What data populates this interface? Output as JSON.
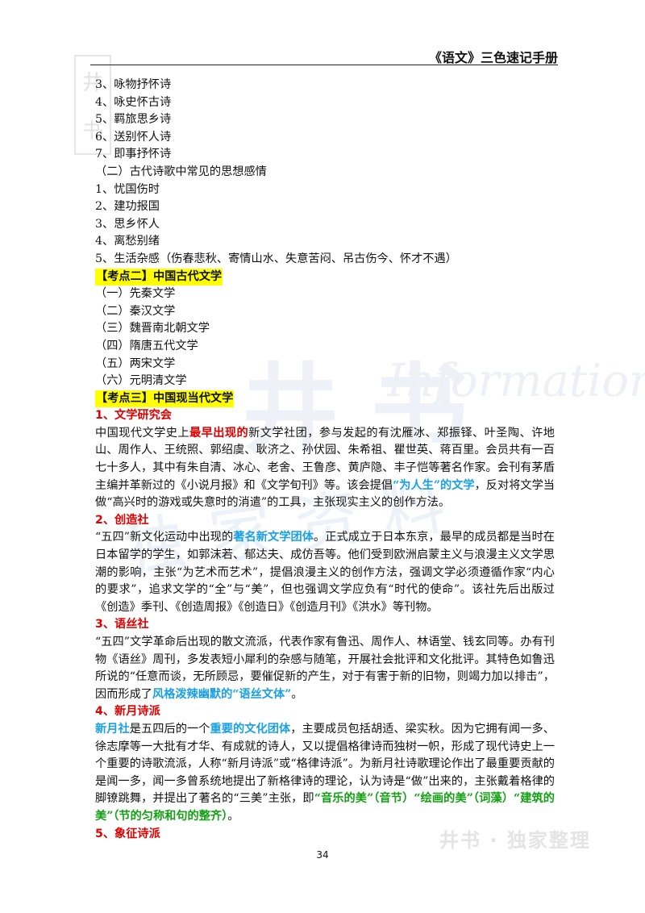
{
  "header": {
    "title": "《语文》三色速记手册"
  },
  "watermarks": {
    "seal": [
      "井",
      "书"
    ],
    "big": "井书",
    "script": "Information",
    "mid": "独家资料",
    "bottom": "井书 · 独家整理"
  },
  "lines_top": [
    "3、咏物抒怀诗",
    "4、咏史怀古诗",
    "5、羁旅思乡诗",
    "6、送别怀人诗",
    "7、即事抒怀诗",
    "（二）古代诗歌中常见的思想感情",
    "1、忧国伤时",
    "2、建功报国",
    "3、思乡怀人",
    "4、离愁别绪",
    "5、生活杂感（伤春悲秋、寄情山水、失意苦闷、吊古伤今、怀才不遇）"
  ],
  "kaodian2": {
    "title": "【考点二】中国古代文学",
    "items": [
      "（一）先秦文学",
      "（二）秦汉文学",
      "（三）魏晋南北朝文学",
      "（四）隋唐五代文学",
      "（五）两宋文学",
      "（六）元明清文学"
    ]
  },
  "kaodian3": {
    "title": "【考点三】中国现当代文学",
    "s1": {
      "title": "1、文学研究会",
      "p_a": "中国现代文学史上",
      "p_red": "最早出现的",
      "p_b": "新文学社团，参与发起的有沈雁冰、郑振铎、叶圣陶、许地山、周作人、王统照、郭绍虞、耿济之、孙伏园、朱希祖、瞿世英、蒋百里。会员共有一百七十多人，其中有朱自清、冰心、老舍、王鲁彦、黄庐隐、丰子恺等著名作家。会刊有茅盾主编并革新过的《小说月报》和《文学旬刊》等。该会提倡",
      "p_blue": "“为人生”的文学",
      "p_c": "，反对将文学当做“高兴时的游戏或失意时的消遣”的工具，主张现实主义的创作方法。"
    },
    "s2": {
      "title": "2、创造社",
      "p_a": "“五四”新文化运动中出现的",
      "p_blue": "著名新文学团体",
      "p_b": "。正式成立于日本东京，最早的成员都是当时在日本留学的学生，如郭沫若、郁达夫、成仿吾等。他们受到欧洲启蒙主义与浪漫主义文学思潮的影响，主张“为艺术而艺术”，提倡浪漫主义的创作方法，强调文学必须遵循作家“内心的要求”，追求文学的“全”与“美”，但也强调文学应负有“时代的使命”。该社先后出版过《创造》季刊、《创造周报》《创造日》《创造月刊》《洪水》等刊物。"
    },
    "s3": {
      "title": "3、语丝社",
      "p_a": "“五四”文学革命后出现的散文流派，代表作家有鲁迅、周作人、林语堂、钱玄同等。办有刊物《语丝》周刊，多发表短小犀利的杂感与随笔，开展社会批评和文化批评。其特色如鲁迅所说的“任意而谈，无所顾忌，要催促新的产生，对于有害于新的旧物，则竭力加以排击”，因而形成了",
      "p_blue": "风格泼辣幽默的“语丝文体”",
      "p_b": "。"
    },
    "s4": {
      "title": "4、新月诗派",
      "p_blue1": "新月社",
      "p_a": "是五四后的一个",
      "p_blue2": "重要的文化团体",
      "p_b": "，主要成员包括胡适、梁实秋。因为它拥有闻一多、徐志摩等一大批有才华、有成就的诗人，又以提倡格律诗而独树一帜，形成了现代诗史上一个重要的诗歌流派，人称“新月诗派”或“格律诗派”。为新月社诗歌理论作出了最重要贡献的是闻一多，闻一多曾系统地提出了新格律诗的理论，认为诗是“做”出来的，主张戴着格律的脚镣跳舞，并提出了著名的“三美”主张，即",
      "p_green": "“音乐的美”（音节）“绘画的美”（词藻）“建筑的美”（节的匀称和句的整齐）",
      "p_c": "。"
    },
    "s5": {
      "title": "5、象征诗派"
    }
  },
  "page_number": "34",
  "colors": {
    "red": "#e00000",
    "blue": "#1aa0e6",
    "green": "#14a014",
    "highlight": "#ffff00"
  }
}
